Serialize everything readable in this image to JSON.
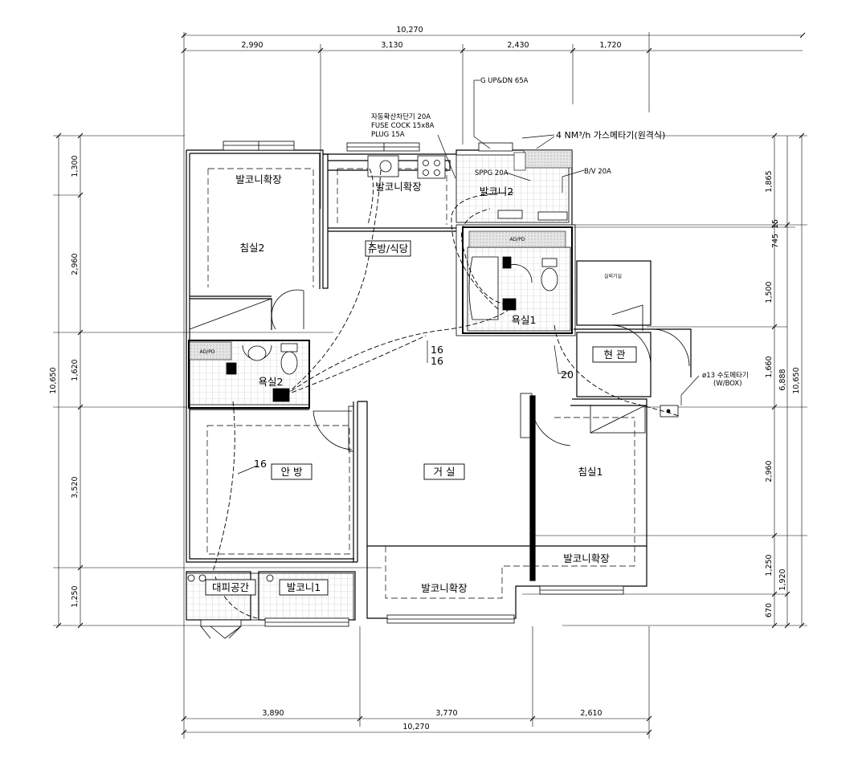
{
  "dimensions": {
    "top_total": "10,270",
    "top_segments": [
      "2,990",
      "3,130",
      "2,430",
      "1,720"
    ],
    "bottom_segments": [
      "3,890",
      "3,770",
      "2,610"
    ],
    "bottom_total": "10,270",
    "left_segments": [
      "1,300",
      "2,960",
      "1,620",
      "3,520",
      "1,250"
    ],
    "left_total": "10,650",
    "right_inner": [
      "1,865",
      "745",
      "15",
      "1,500",
      "1,660",
      "2,960",
      "1,250",
      "670"
    ],
    "right_mid": [
      "6,888",
      "1,920"
    ],
    "right_total": "10,650"
  },
  "rooms": {
    "balcony_top_left": "발코니확장",
    "balcony_kitchen": "발코니확장",
    "bedroom2": "침실2",
    "kitchen_dining": "주방/식당",
    "balcony2": "발코니2",
    "bathroom1": "욕실1",
    "outdoor_unit": "실외기실",
    "entrance": "현 관",
    "bathroom2": "욕실2",
    "master_bedroom": "안 방",
    "living_room": "거 실",
    "bedroom1": "침실1",
    "balcony_living": "발코니확장",
    "balcony_bedroom1": "발코니확장",
    "evacuation_space": "대피공간",
    "balcony1": "발코니1",
    "ad_pd_top": "AD/PD",
    "ad_pd_left": "AD/PD"
  },
  "notes": {
    "gas_riser": "G   UP&DN  65A",
    "auto_shutoff": "자동확산차단기 20A",
    "fuse_cock": "FUSE COCK 15x8A",
    "plug": "PLUG 15A",
    "gas_meter": "4 NM³/h 가스메타기(원격식)",
    "sppg": "SPPG 20A",
    "bv": "B/V 20A",
    "water_meter": "ø13 수도메타기",
    "water_meter_box": "(W/BOX)",
    "pipe_16a": "16",
    "pipe_16b": "16",
    "pipe_16c": "16",
    "pipe_20": "20"
  }
}
